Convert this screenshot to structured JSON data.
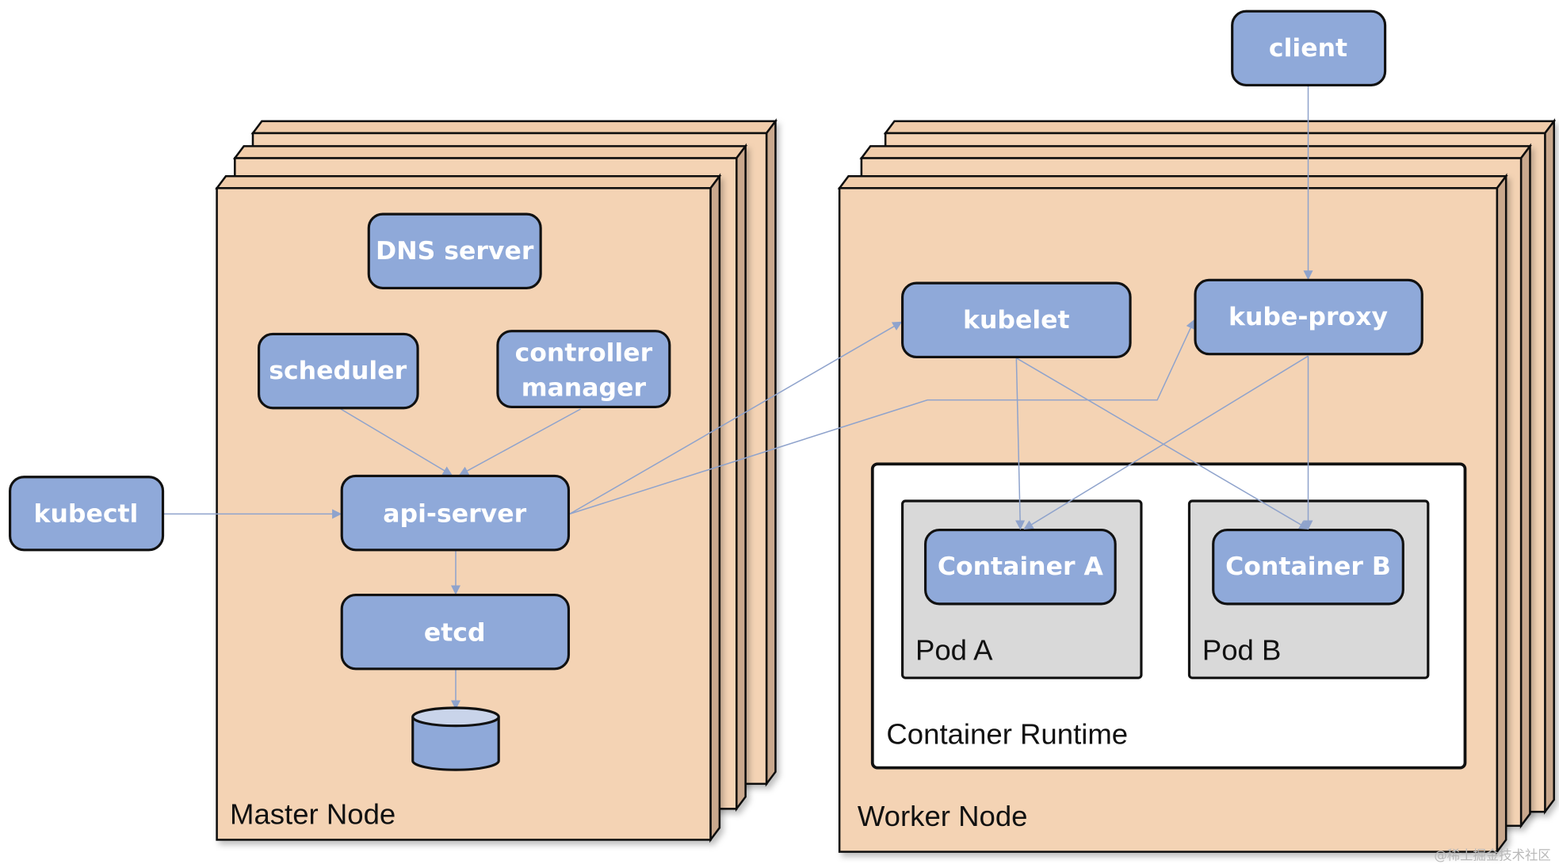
{
  "diagram": {
    "master": {
      "label": "Master Node",
      "components": {
        "dns": "DNS server",
        "scheduler": "scheduler",
        "controller_line1": "controller",
        "controller_line2": "manager",
        "api_server": "api-server",
        "etcd": "etcd"
      }
    },
    "external": {
      "kubectl": "kubectl",
      "client": "client"
    },
    "worker": {
      "label": "Worker Node",
      "components": {
        "kubelet": "kubelet",
        "kube_proxy": "kube-proxy"
      },
      "runtime": {
        "label": "Container Runtime",
        "pods": [
          {
            "label": "Pod A",
            "container": "Container A"
          },
          {
            "label": "Pod B",
            "container": "Container B"
          }
        ]
      }
    },
    "edges": [
      {
        "from": "kubectl",
        "to": "api-server"
      },
      {
        "from": "scheduler",
        "to": "api-server"
      },
      {
        "from": "controller manager",
        "to": "api-server"
      },
      {
        "from": "api-server",
        "to": "etcd"
      },
      {
        "from": "etcd",
        "to": "storage"
      },
      {
        "from": "api-server",
        "to": "kubelet"
      },
      {
        "from": "api-server",
        "to": "kube-proxy"
      },
      {
        "from": "client",
        "to": "kube-proxy"
      },
      {
        "from": "kubelet",
        "to": "Container A"
      },
      {
        "from": "kubelet",
        "to": "Container B"
      },
      {
        "from": "kube-proxy",
        "to": "Container A"
      },
      {
        "from": "kube-proxy",
        "to": "Container B"
      }
    ],
    "colors": {
      "component_fill": "#8fa9d9",
      "node_fill": "#f4d3b4",
      "pod_fill": "#d9d9d9",
      "edge": "#8fa3cc"
    },
    "watermark": "@稀土掘金技术社区"
  }
}
